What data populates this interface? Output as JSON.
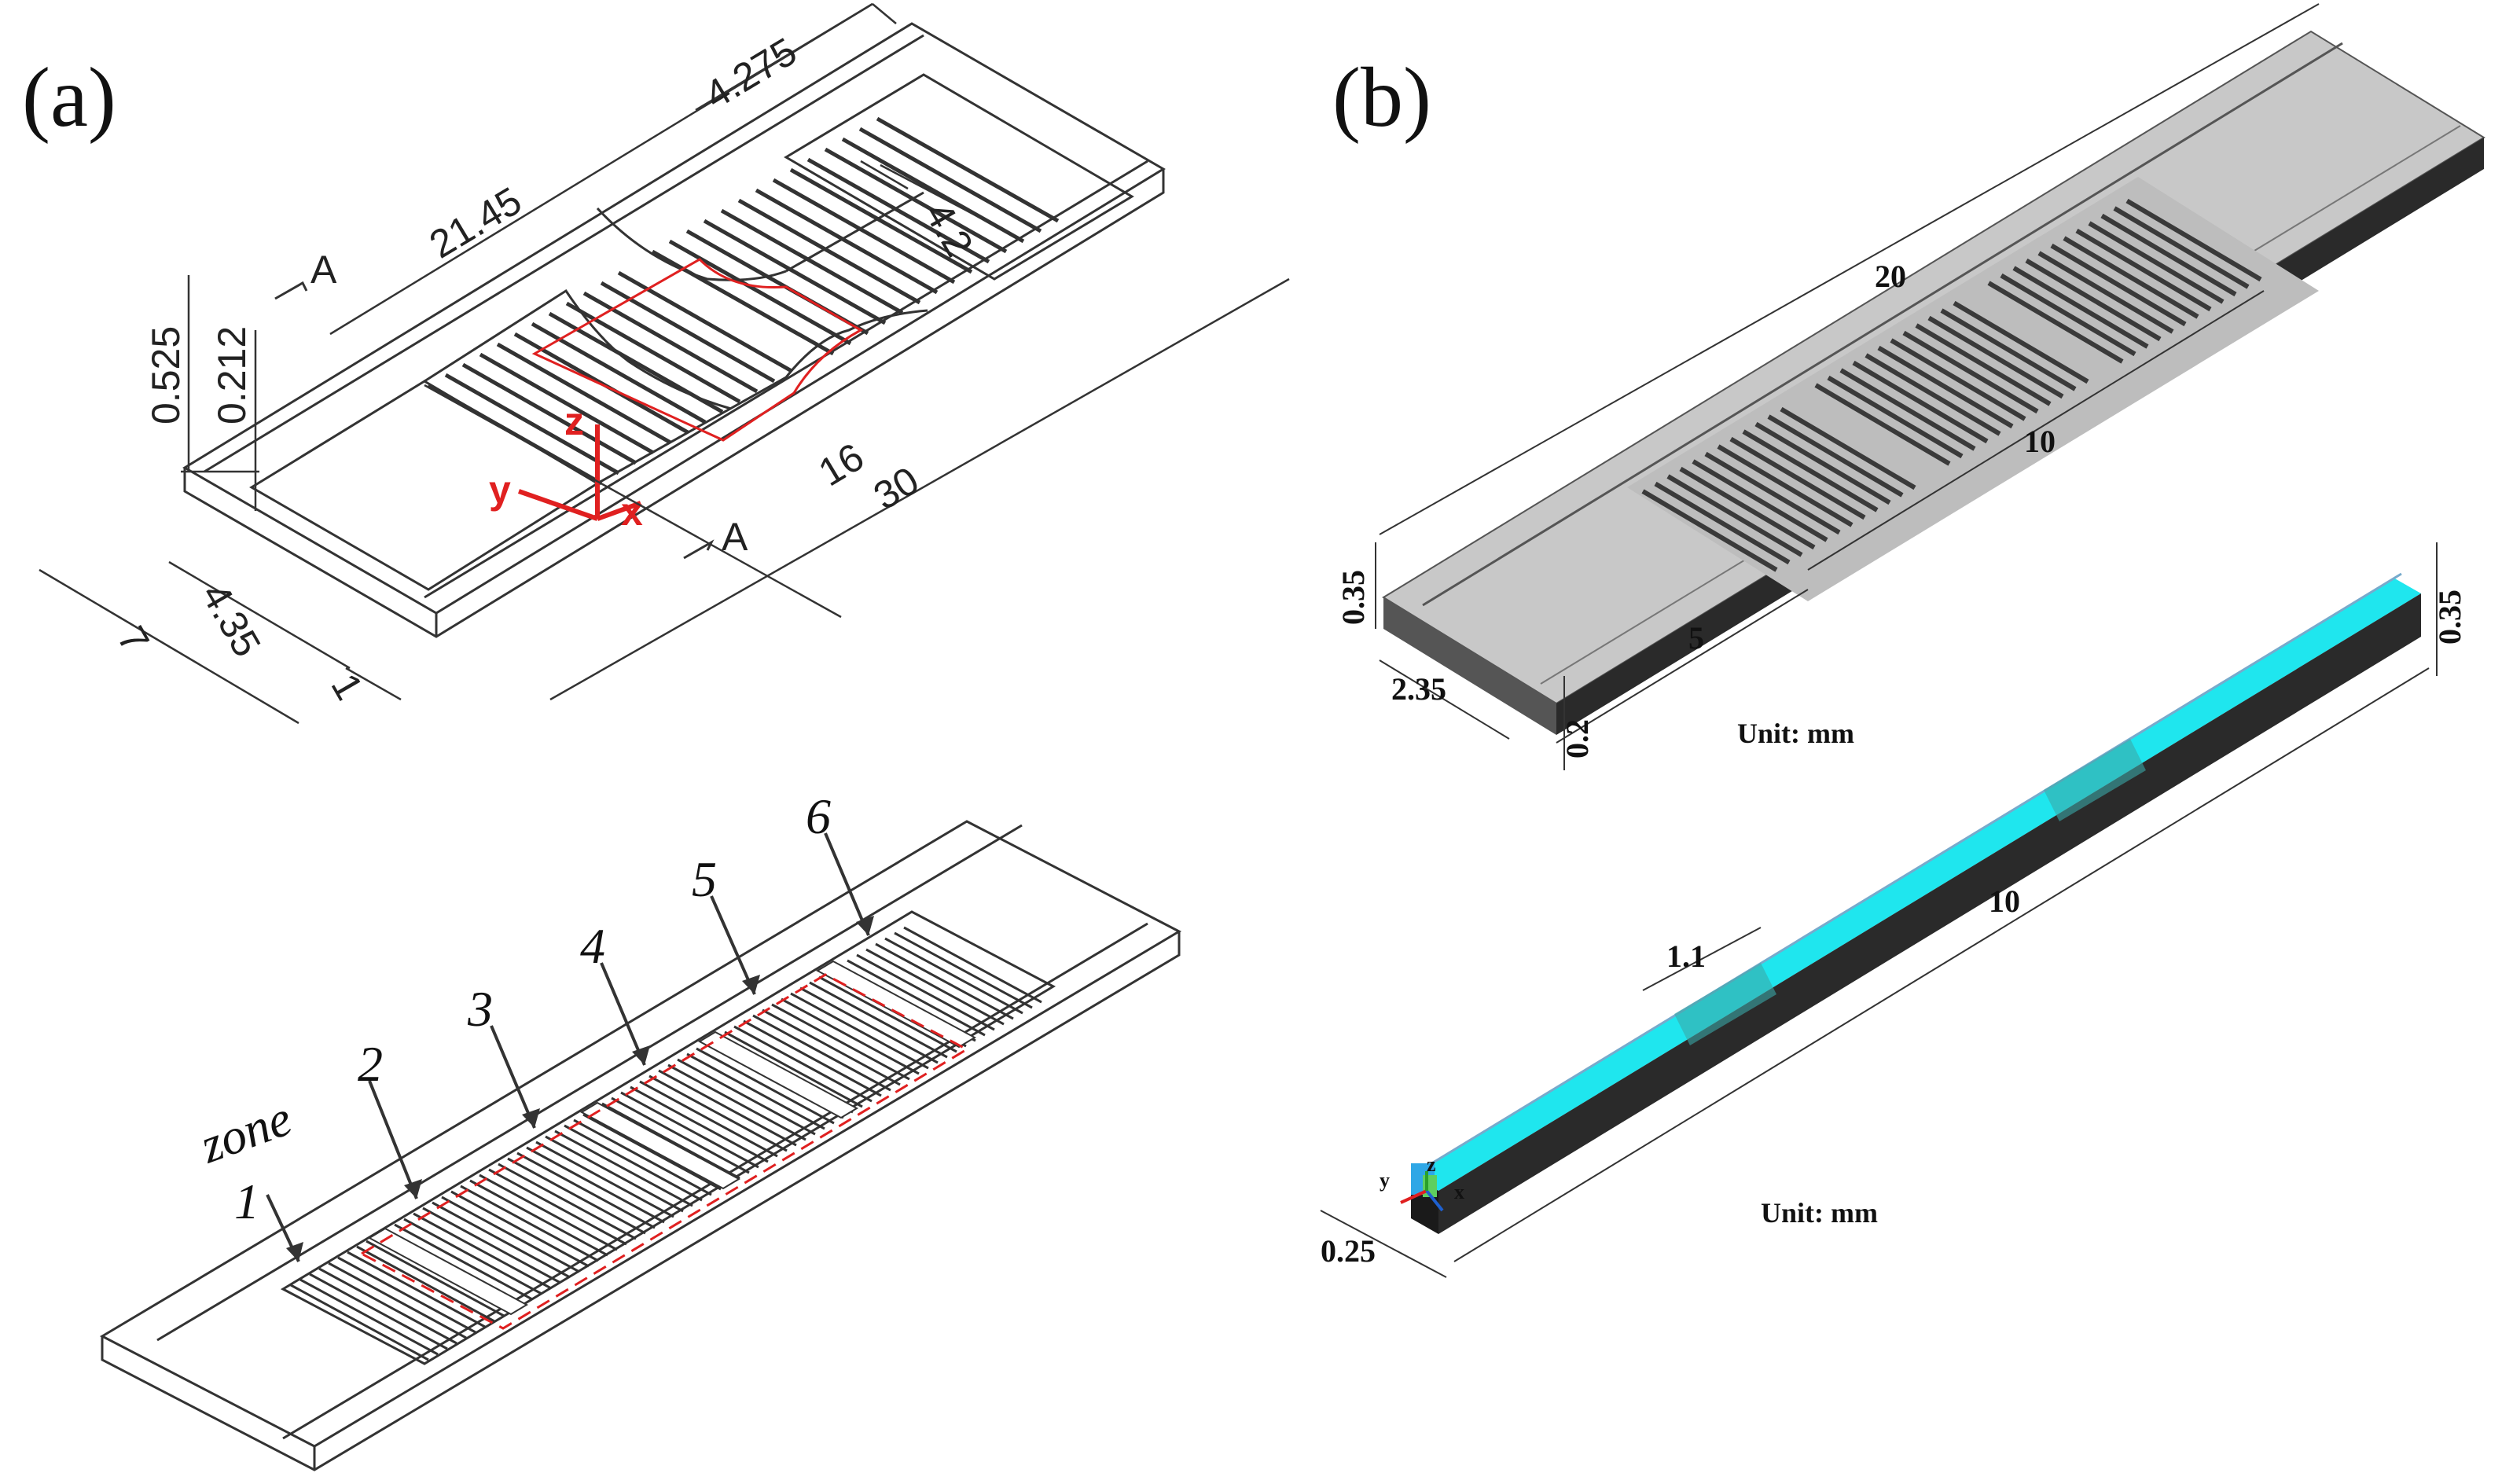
{
  "panels": {
    "a": {
      "label": "(a)",
      "dims": {
        "d4275": "4.275",
        "d4_2": "4.2",
        "d21_45": "21.45",
        "d0_525": "0.525",
        "d0_212": "0.212",
        "d16": "16",
        "d30": "30",
        "d4_35": "4.35",
        "d7": "7",
        "d1": "1"
      },
      "section": {
        "a_top": "A",
        "a_bottom": "A"
      },
      "axes": {
        "x": "x",
        "y": "y",
        "z": "z"
      },
      "zones": {
        "word": "zone",
        "labels": [
          "1",
          "2",
          "3",
          "4",
          "5",
          "6"
        ]
      }
    },
    "b": {
      "label": "(b)",
      "top_dims": {
        "d20": "20",
        "d10": "10",
        "d5": "5",
        "d0_35": "0.35",
        "d2_35": "2.35",
        "d0_2": "0.2"
      },
      "top_unit": "Unit: mm",
      "bottom_dims": {
        "d0_35": "0.35",
        "d10": "10",
        "d1_1": "1.1",
        "d0_25": "0.25"
      },
      "bottom_axes": {
        "y": "y",
        "z": "z",
        "x": "x"
      },
      "bottom_unit": "Unit: mm"
    }
  },
  "colors": {
    "line": "#333333",
    "red": "#e02020",
    "plate_top": "#c8c8c8",
    "plate_side": "#2a2a2a",
    "cyan": "#1fe6ee",
    "fin": "#3a3a3a"
  }
}
